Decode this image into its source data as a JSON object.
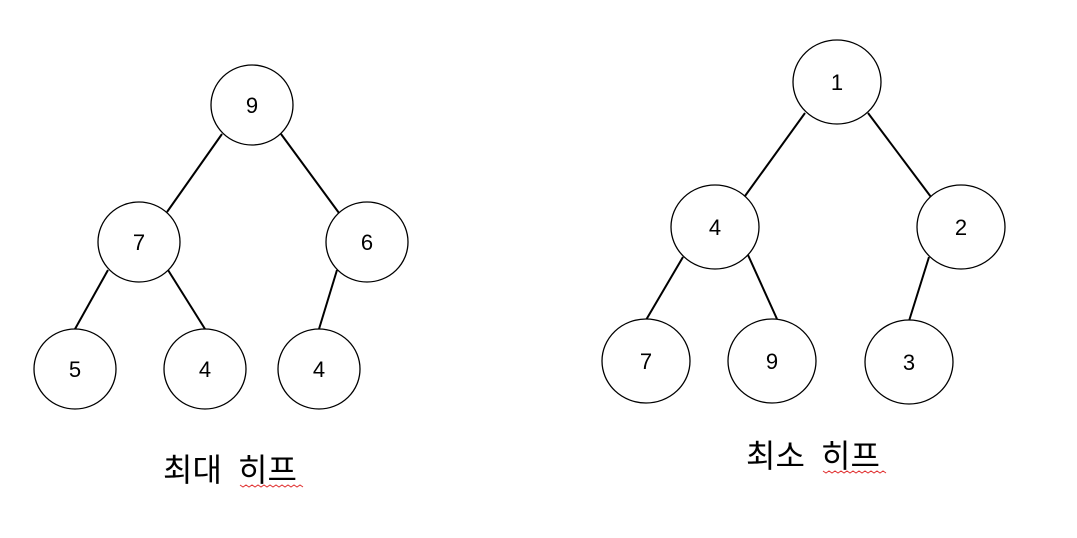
{
  "max_heap": {
    "caption_main": "최대",
    "caption_sub": "히프",
    "nodes": [
      {
        "id": "root",
        "label": "9"
      },
      {
        "id": "l",
        "label": "7"
      },
      {
        "id": "r",
        "label": "6"
      },
      {
        "id": "ll",
        "label": "5"
      },
      {
        "id": "lr",
        "label": "4"
      },
      {
        "id": "rl",
        "label": "4"
      }
    ]
  },
  "min_heap": {
    "caption_main": "최소",
    "caption_sub": "히프",
    "nodes": [
      {
        "id": "root",
        "label": "1"
      },
      {
        "id": "l",
        "label": "4"
      },
      {
        "id": "r",
        "label": "2"
      },
      {
        "id": "ll",
        "label": "7"
      },
      {
        "id": "lr",
        "label": "9"
      },
      {
        "id": "rl",
        "label": "3"
      }
    ]
  }
}
